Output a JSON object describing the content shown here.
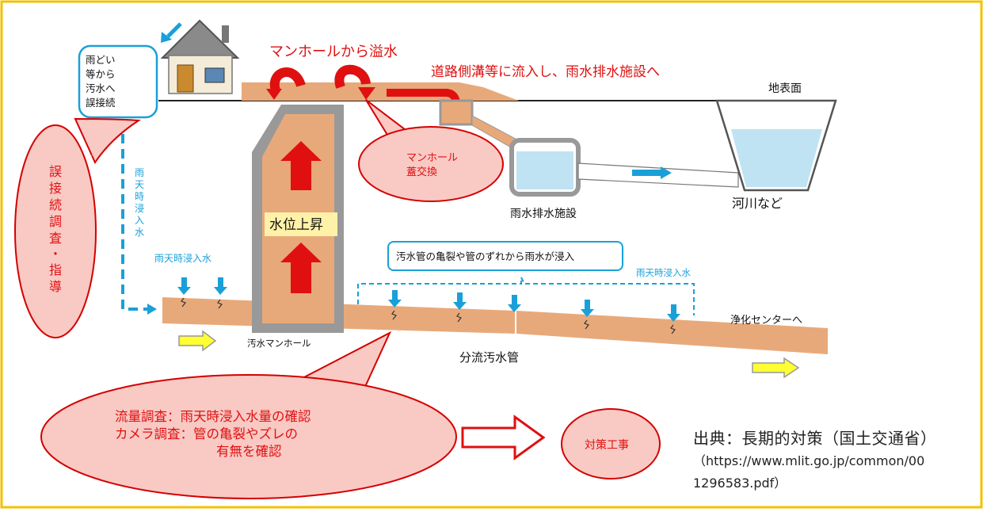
{
  "labels": {
    "downspout": [
      "雨どい",
      "等から",
      "汚水へ",
      "誤接続"
    ],
    "misconnection_survey": [
      "誤",
      "接",
      "続",
      "調",
      "査",
      "・",
      "指",
      "導"
    ],
    "rain_infiltration_vertical": [
      "雨",
      "天",
      "時",
      "浸",
      "入",
      "水"
    ],
    "rain_infiltration_left": "雨天時浸入水",
    "rain_infiltration_right": "雨天時浸入水",
    "overflow": "マンホールから溢水",
    "road_flow": "道路側溝等に流入し、雨水排水施設へ",
    "ground_surface": "地表面",
    "manhole_cover_exchange": [
      "マンホール",
      "蓋交換"
    ],
    "stormwater_facility": "雨水排水施設",
    "river": "河川など",
    "water_level_rise": "水位上昇",
    "crack_infiltration": "汚水管の亀裂や管のずれから雨水が浸入",
    "to_treatment_center": "浄化センターへ",
    "sewage_manhole": "汚水マンホール",
    "separate_sewer": "分流汚水管",
    "flow_survey": "流量調査：雨天時浸入水量の確認",
    "camera_survey_1": "カメラ調査：管の亀裂やズレの",
    "camera_survey_2": "有無を確認",
    "countermeasure": "対策工事"
  },
  "source": {
    "line1": "出典：長期的対策（国土交通省）",
    "line2": "（https://www.mlit.go.jp/common/00",
    "line3": "1296583.pdf）"
  },
  "colors": {
    "frame": "#f2c200",
    "pipe": "#e8a97a",
    "manhole_wall": "#999999",
    "red": "#e01010",
    "callout_fill": "#f9c9c4",
    "callout_stroke": "#d40000",
    "blue_text": "#1aa0d8",
    "water": "#bfe3f2",
    "yellow_arrow": "#ffff33"
  }
}
